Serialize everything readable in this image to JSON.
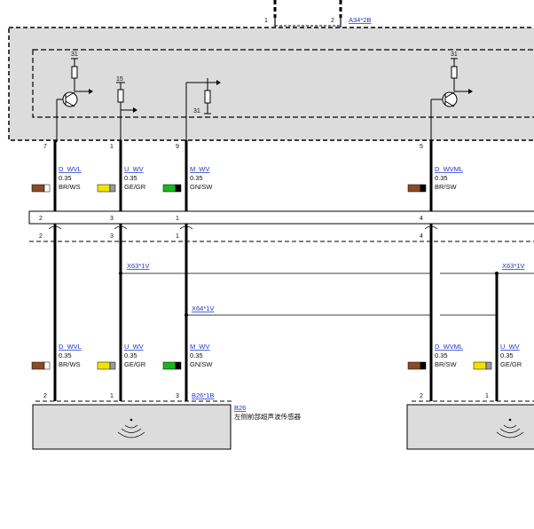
{
  "connectors": {
    "top": {
      "name": "A34*2B",
      "pins": [
        "1",
        "2"
      ]
    },
    "module_pins": [
      "7",
      "1",
      "9",
      "5"
    ],
    "bus1_pins": [
      "2",
      "3",
      "1",
      "4"
    ],
    "bus2_pins": [
      "2",
      "3",
      "1",
      "4"
    ],
    "splice_x63": "X63*1V",
    "splice_x63_right": "X63*1V",
    "splice_x64": "X64*1V",
    "sensor_pins_left": [
      "2",
      "1",
      "3"
    ],
    "sensor_pin_right": [
      "2",
      "1"
    ],
    "sensor_connector": "B26*1B"
  },
  "symbols": {
    "ground_31_a": "31",
    "power_15": "15",
    "ground_31_b": "31",
    "ground_31_c": "31"
  },
  "wires_upper": [
    {
      "name": "D_WVL",
      "size": "0.35",
      "color": "BR/WS",
      "c1": "#8b4a24",
      "c2": "#ffffff"
    },
    {
      "name": "U_WV",
      "size": "0.35",
      "color": "GE/GR",
      "c1": "#f2e200",
      "c2": "#9a9a9a"
    },
    {
      "name": "M_WV",
      "size": "0.35",
      "color": "GN/SW",
      "c1": "#1db31d",
      "c2": "#000000"
    },
    {
      "name": "D_WVML",
      "size": "0.35",
      "color": "BR/SW",
      "c1": "#8b4a24",
      "c2": "#000000"
    }
  ],
  "wires_lower": [
    {
      "name": "D_WVL",
      "size": "0.35",
      "color": "BR/WS",
      "c1": "#8b4a24",
      "c2": "#ffffff"
    },
    {
      "name": "U_WV",
      "size": "0.35",
      "color": "GE/GR",
      "c1": "#f2e200",
      "c2": "#9a9a9a"
    },
    {
      "name": "M_WV",
      "size": "0.35",
      "color": "GN/SW",
      "c1": "#1db31d",
      "c2": "#000000"
    },
    {
      "name": "D_WVML",
      "size": "0.35",
      "color": "BR/SW",
      "c1": "#8b4a24",
      "c2": "#000000"
    },
    {
      "name": "U_WV",
      "size": "0.35",
      "color": "GE/GR",
      "c1": "#f2e200",
      "c2": "#9a9a9a"
    }
  ],
  "sensor": {
    "id": "B26",
    "description": "左侧前部超声波传感器"
  },
  "colors": {
    "module_fill": "#dcdcdc",
    "link": "#1a35c8"
  }
}
